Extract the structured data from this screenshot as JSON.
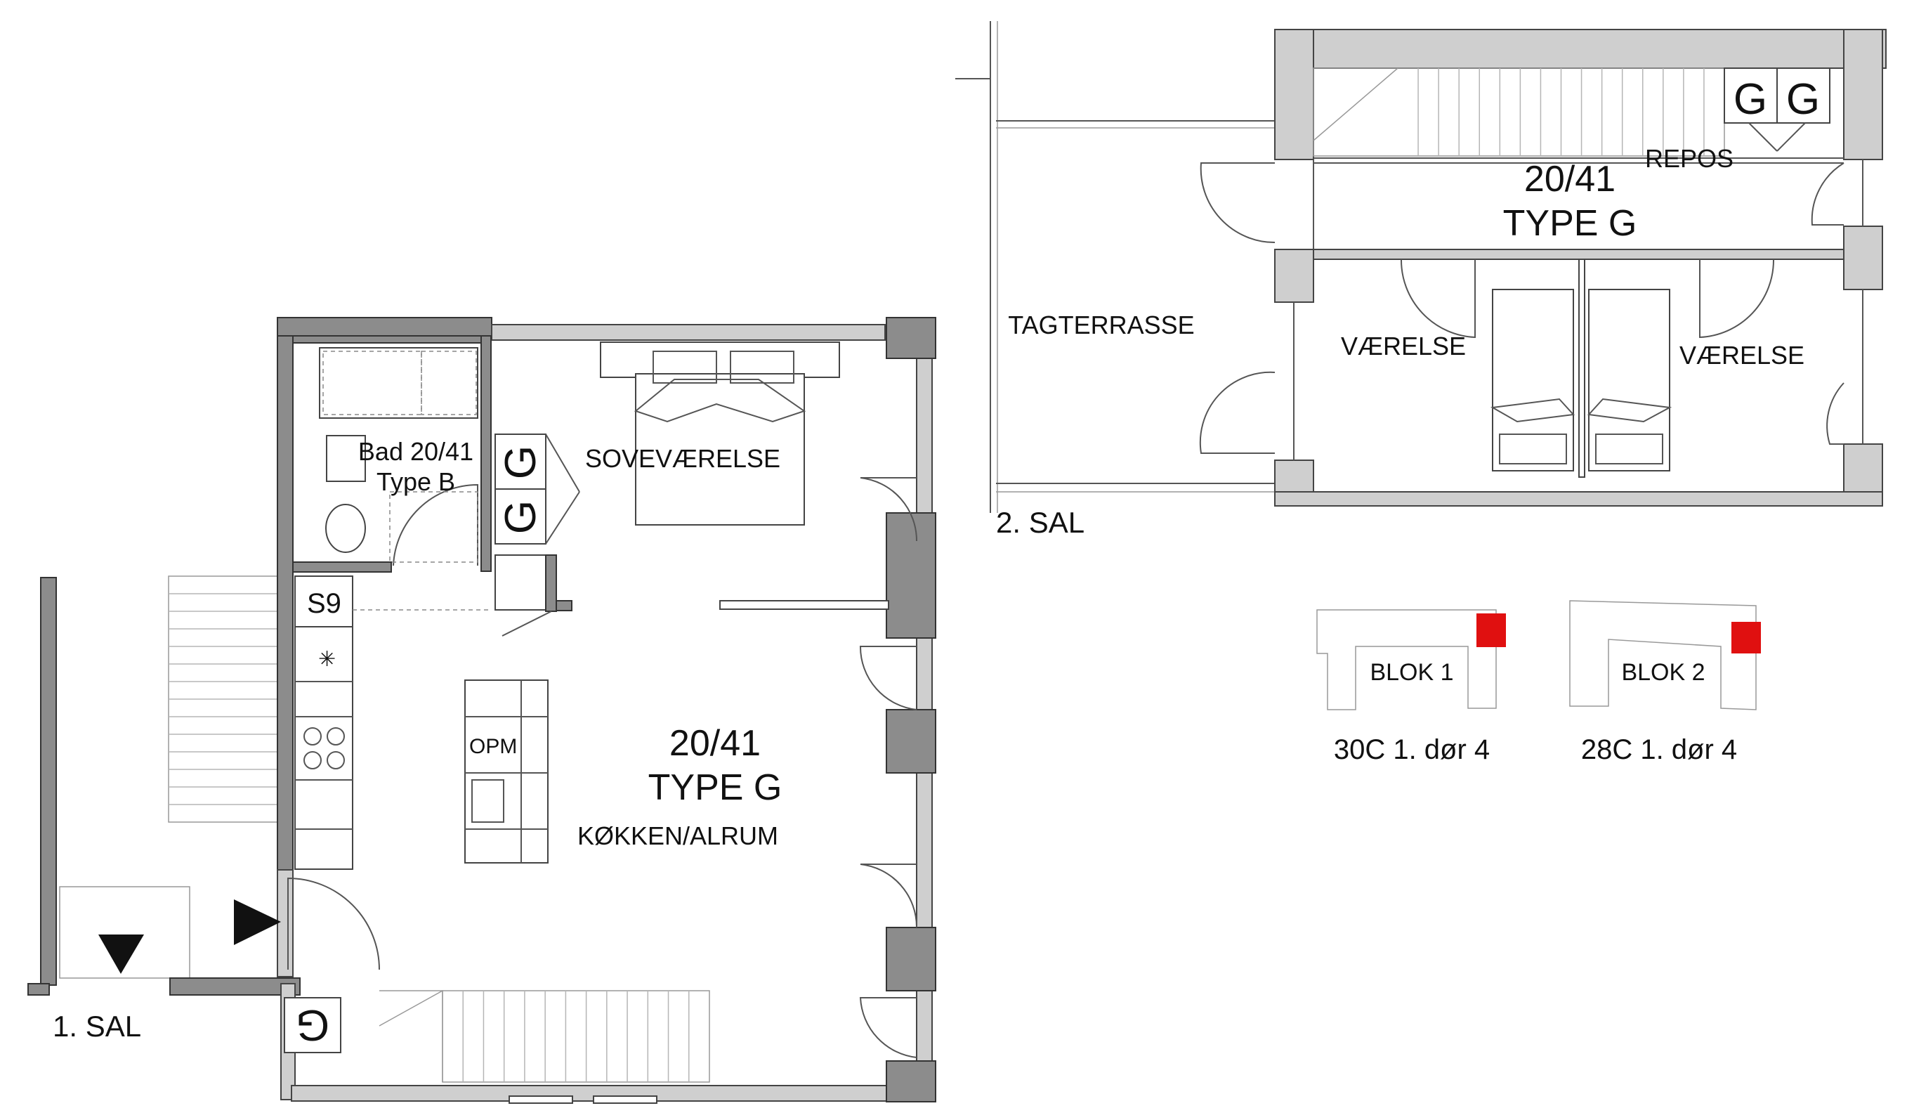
{
  "floor1": {
    "floor_label": "1. SAL",
    "unit_number": "20/41",
    "unit_type": "TYPE G",
    "bathroom_name": "Bad 20/41",
    "bathroom_type": "Type B",
    "bedroom_label": "SOVEVÆRELSE",
    "kitchen_label": "KØKKEN/ALRUM",
    "storage_label": "OPM",
    "shaft_label": "S9",
    "gas_letter": "G"
  },
  "floor2": {
    "floor_label": "2. SAL",
    "unit_number": "20/41",
    "unit_type": "TYPE G",
    "landing_label": "REPOS",
    "terrace_label": "TAGTERRASSE",
    "room_left_label": "VÆRELSE",
    "room_right_label": "VÆRELSE",
    "gas_letter": "G"
  },
  "key_plans": [
    {
      "block_name": "BLOK 1",
      "address": "30C 1. dør 4",
      "highlight_color": "#e01010"
    },
    {
      "block_name": "BLOK 2",
      "address": "28C 1. dør 4",
      "highlight_color": "#e01010"
    }
  ],
  "colors": {
    "wall_fill": "#cfcfcf",
    "wall_dark": "#8c8c8c",
    "line": "#444444"
  }
}
